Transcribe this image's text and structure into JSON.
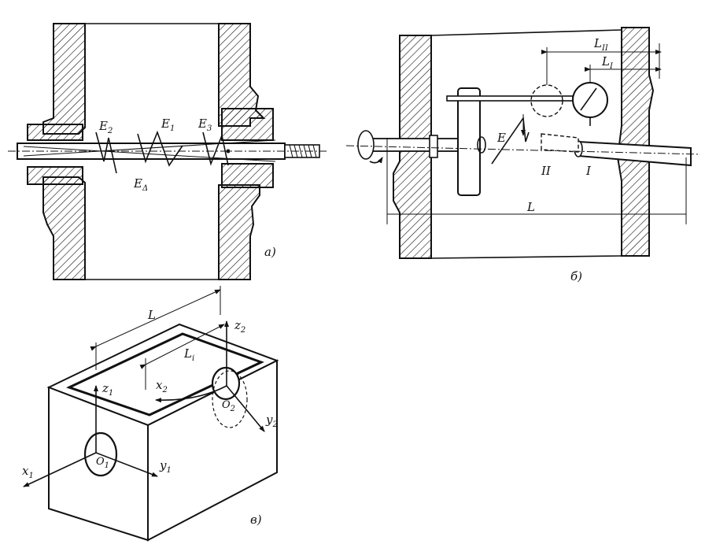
{
  "panel_a": {
    "label": "а)",
    "errors": {
      "e2": "E",
      "e2_sub": "2",
      "e1": "E",
      "e1_sub": "1",
      "e3": "E",
      "e3_sub": "3",
      "ed": "E",
      "ed_sub": "Δ"
    }
  },
  "panel_b": {
    "label": "б)",
    "length": "L",
    "l2": "L",
    "l2_sub": "II",
    "l1": "L",
    "l1_sub": "I",
    "error": "E",
    "pos2": "II",
    "pos1": "I"
  },
  "panel_c": {
    "label": "в)",
    "length": "L",
    "li": "L",
    "li_sub": "i",
    "z2": "z",
    "z2_sub": "2",
    "x2": "x",
    "x2_sub": "2",
    "y2": "y",
    "y2_sub": "2",
    "o2": "O",
    "o2_sub": "2",
    "z1": "z",
    "z1_sub": "1",
    "x1": "x",
    "x1_sub": "1",
    "y1": "y",
    "y1_sub": "1",
    "o1": "O",
    "o1_sub": "1"
  },
  "colors": {
    "ink": "#111111",
    "paper": "#ffffff"
  }
}
